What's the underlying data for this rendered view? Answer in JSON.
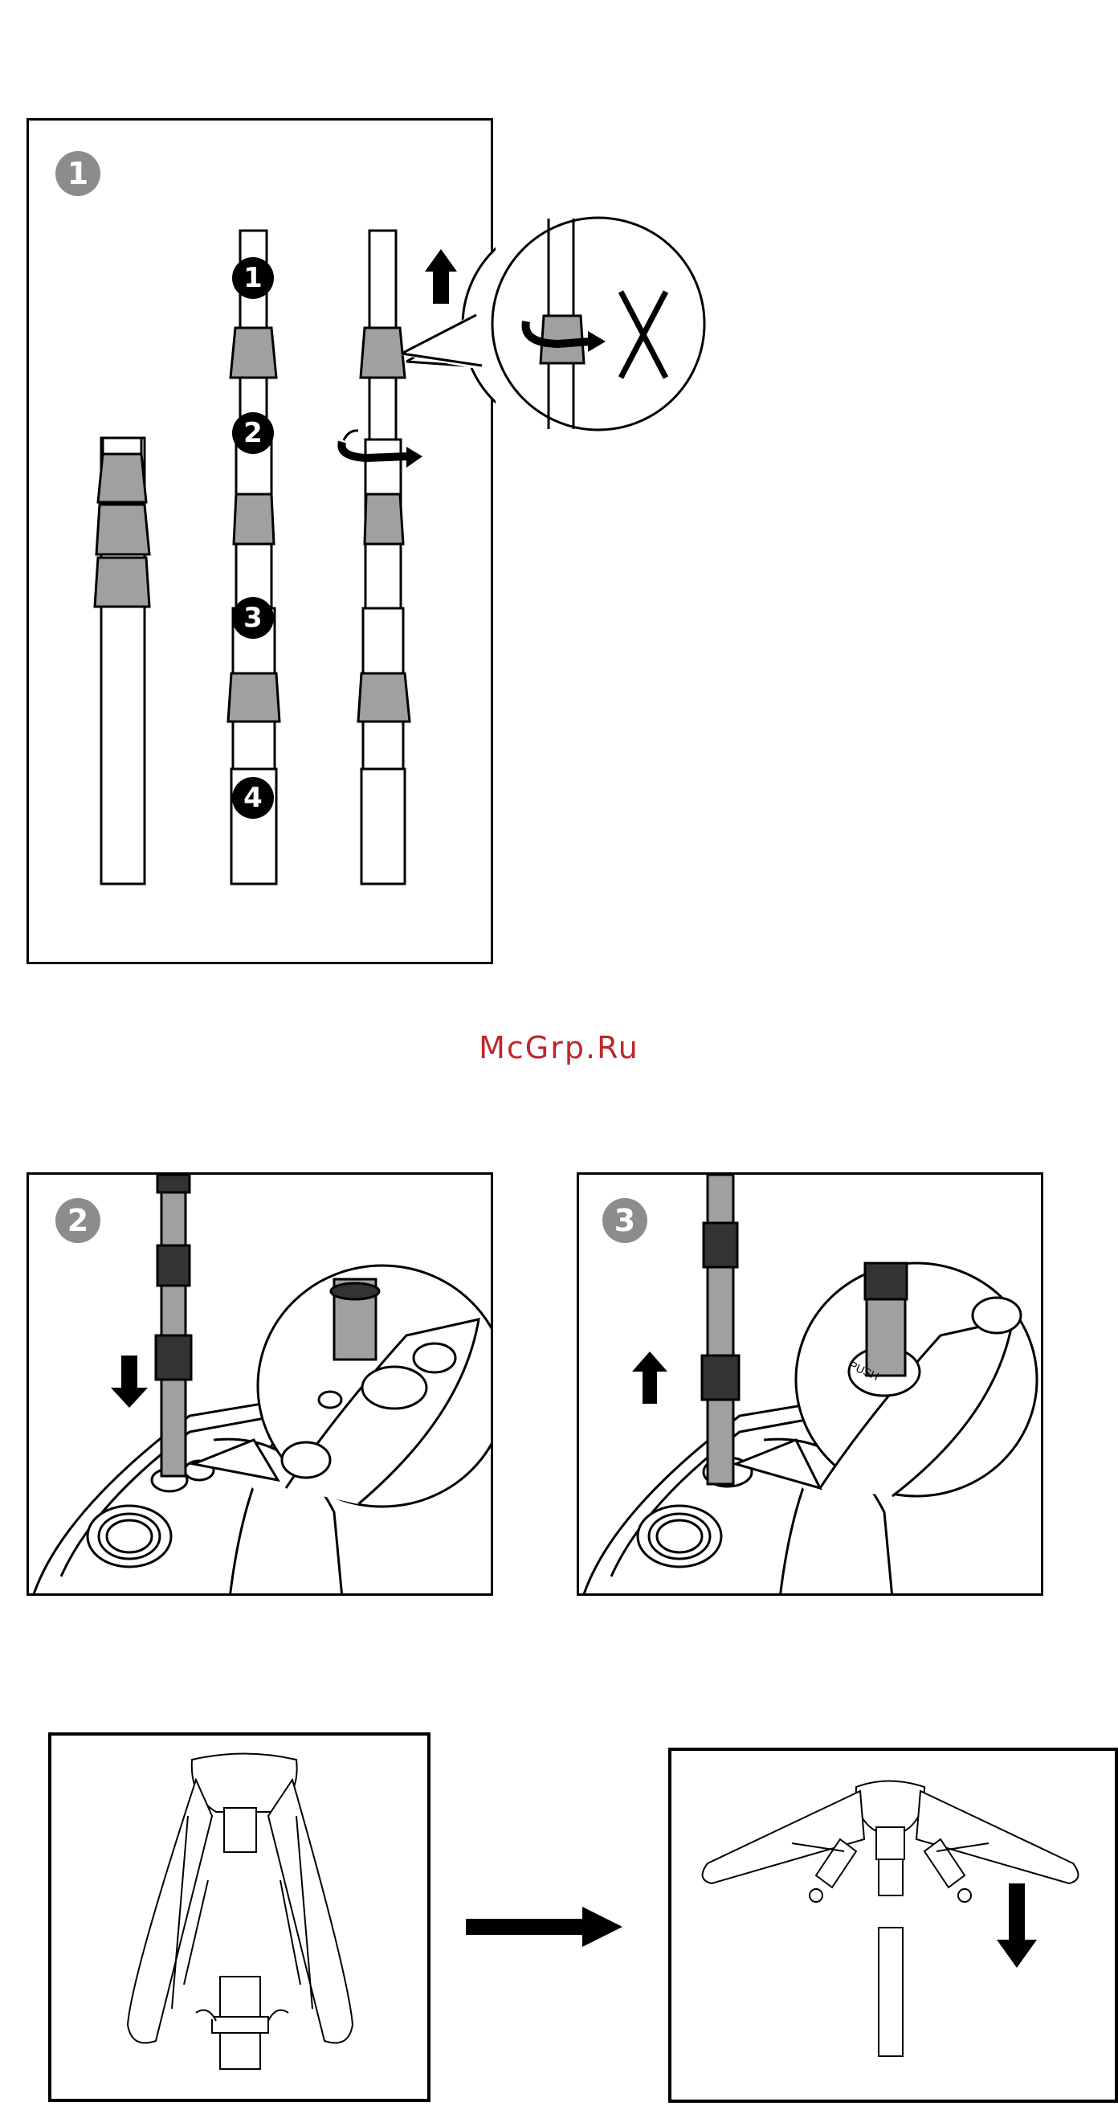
{
  "watermark": "McGrp.Ru",
  "steps": {
    "step1_badge": "1",
    "step2_badge": "2",
    "step3_badge": "3"
  },
  "pole_sections": [
    "1",
    "2",
    "3",
    "4"
  ],
  "zoom_label": "X",
  "push_label": "PUSH",
  "colors": {
    "outline": "#000000",
    "collar_gray": "#a0a0a0",
    "badge_gray": "#8c8c8c",
    "watermark_red": "#c0262d"
  }
}
